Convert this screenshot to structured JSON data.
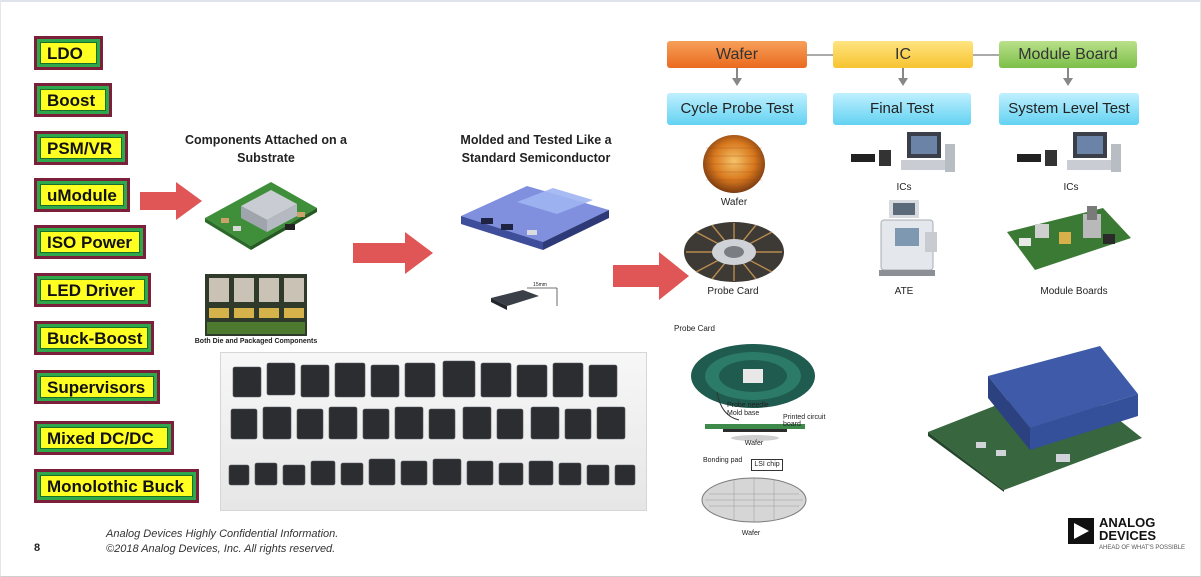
{
  "products": [
    "LDO",
    "Boost",
    "PSM/VR",
    "uModule",
    "ISO Power",
    "LED Driver",
    "Buck-Boost",
    "Supervisors",
    "Mixed DC/DC",
    "Monolothic Buck"
  ],
  "captions": {
    "substrate": "Components Attached on a Substrate",
    "molded": "Molded and Tested Like a Standard Semiconductor",
    "both": "Both Die and Packaged Components",
    "dim": "15mm"
  },
  "flow": {
    "stages": [
      "Wafer",
      "IC",
      "Module Board"
    ],
    "tests": [
      "Cycle Probe Test",
      "Final Test",
      "System Level Test"
    ],
    "row1": [
      "Wafer",
      "ICs",
      "ICs"
    ],
    "row2": [
      "Probe Card",
      "ATE",
      "Module Boards"
    ]
  },
  "probe_diagram": {
    "title": "Probe Card",
    "labels": [
      "Probe needle",
      "Mold base",
      "Printed circuit board",
      "Wafer",
      "Bonding pad",
      "LSI chip",
      "Wafer"
    ]
  },
  "footer": {
    "line1": "Analog Devices Highly Confidential Information.",
    "line2": "©2018 Analog Devices, Inc. All rights reserved.",
    "page": "8"
  },
  "logo": {
    "line1": "ANALOG",
    "line2": "DEVICES",
    "tagline": "AHEAD OF WHAT'S POSSIBLE"
  },
  "colors": {
    "tag_fill": "#ffff22",
    "tag_border": "#7b1f3a",
    "tag_frame": "#2ea84a",
    "arrow": "#e05555"
  }
}
